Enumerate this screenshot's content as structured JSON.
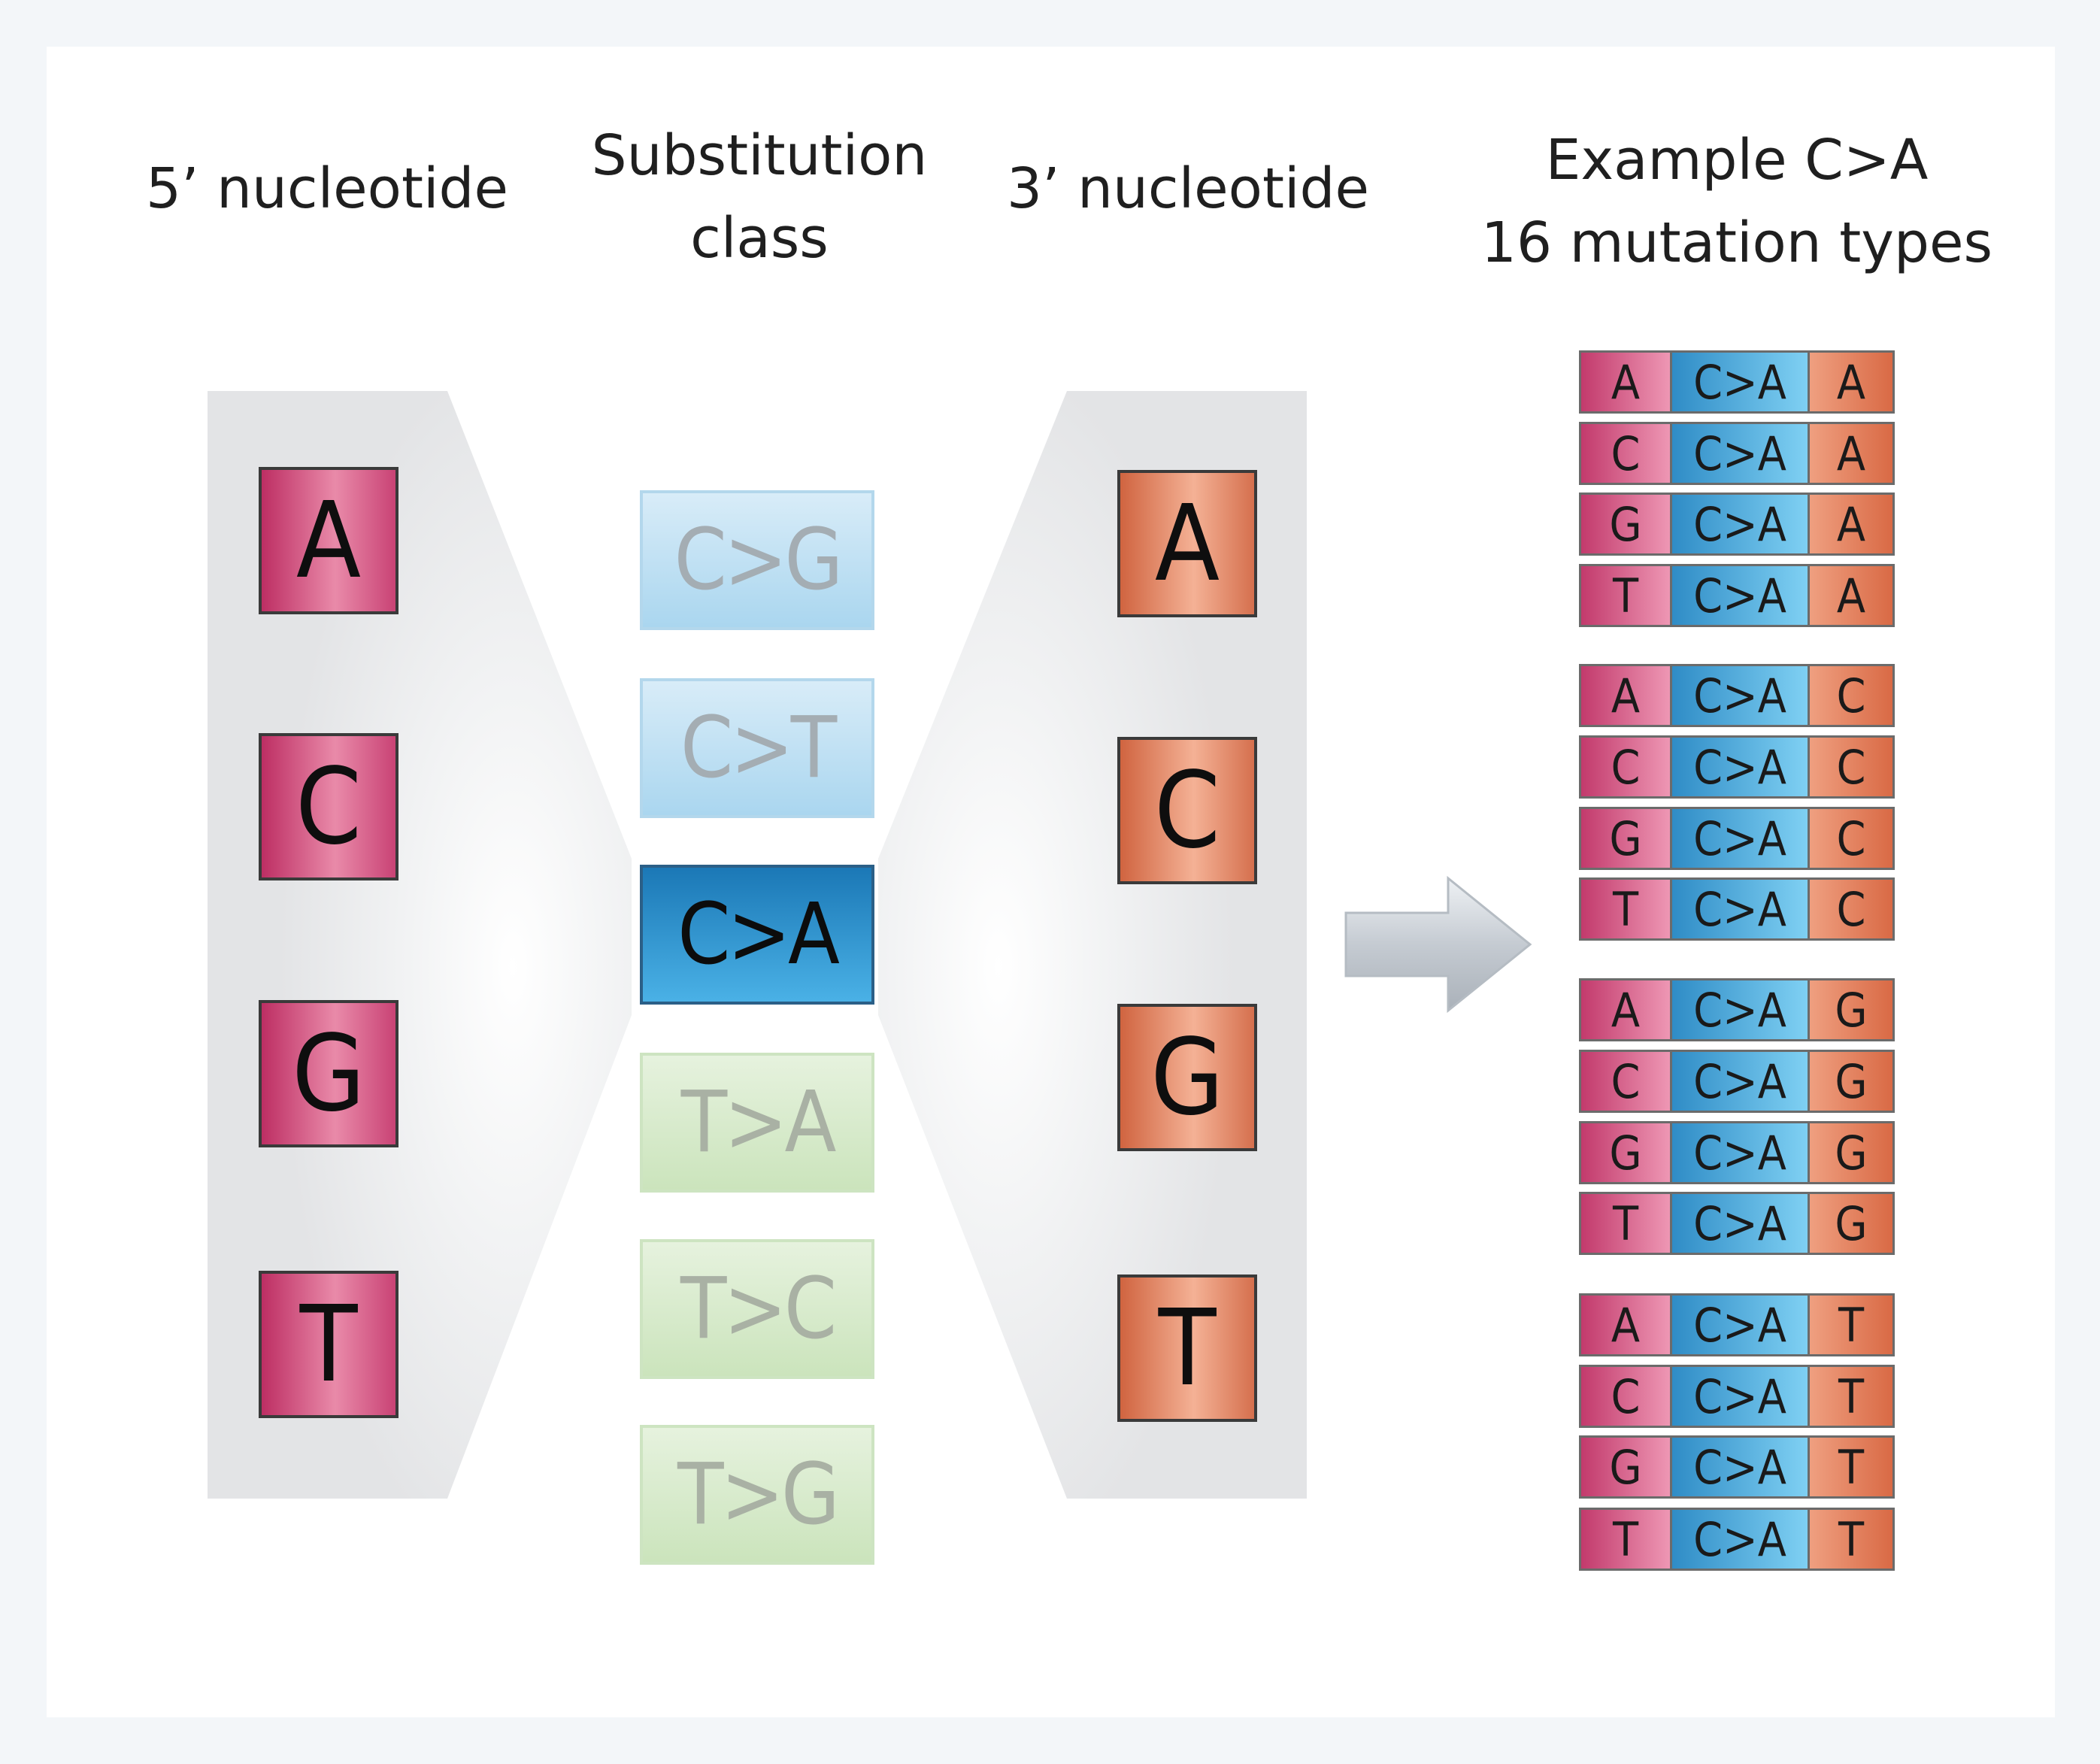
{
  "headings": {
    "five_prime": "5’ nucleotide",
    "substitution_line1": "Substitution",
    "substitution_line2": "class",
    "three_prime": "3’ nucleotide",
    "example_line1": "Example C>A",
    "example_line2": "16 mutation types"
  },
  "five_prime_nucleotides": [
    "A",
    "C",
    "G",
    "T"
  ],
  "substitution_classes": [
    {
      "label": "C>G",
      "group": "blue",
      "active": false
    },
    {
      "label": "C>T",
      "group": "blue",
      "active": false
    },
    {
      "label": "C>A",
      "group": "blue",
      "active": true
    },
    {
      "label": "T>A",
      "group": "green",
      "active": false
    },
    {
      "label": "T>C",
      "group": "green",
      "active": false
    },
    {
      "label": "T>G",
      "group": "green",
      "active": false
    }
  ],
  "three_prime_nucleotides": [
    "A",
    "C",
    "G",
    "T"
  ],
  "mutation_groups": [
    {
      "rows": [
        {
          "five": "A",
          "mut": "C>A",
          "three": "A"
        },
        {
          "five": "C",
          "mut": "C>A",
          "three": "A"
        },
        {
          "five": "G",
          "mut": "C>A",
          "three": "A"
        },
        {
          "five": "T",
          "mut": "C>A",
          "three": "A"
        }
      ]
    },
    {
      "rows": [
        {
          "five": "A",
          "mut": "C>A",
          "three": "C"
        },
        {
          "five": "C",
          "mut": "C>A",
          "three": "C"
        },
        {
          "five": "G",
          "mut": "C>A",
          "three": "C"
        },
        {
          "five": "T",
          "mut": "C>A",
          "three": "C"
        }
      ]
    },
    {
      "rows": [
        {
          "five": "A",
          "mut": "C>A",
          "three": "G"
        },
        {
          "five": "C",
          "mut": "C>A",
          "three": "G"
        },
        {
          "five": "G",
          "mut": "C>A",
          "three": "G"
        },
        {
          "five": "T",
          "mut": "C>A",
          "three": "G"
        }
      ]
    },
    {
      "rows": [
        {
          "five": "A",
          "mut": "C>A",
          "three": "T"
        },
        {
          "five": "C",
          "mut": "C>A",
          "three": "T"
        },
        {
          "five": "G",
          "mut": "C>A",
          "three": "T"
        },
        {
          "five": "T",
          "mut": "C>A",
          "three": "T"
        }
      ]
    }
  ],
  "colors": {
    "five_prime": "#d14b7c",
    "three_prime": "#e58a65",
    "sub_blue": "#bfe0f3",
    "sub_green": "#d9ebcf",
    "sub_active": "#2c8fcd",
    "funnel": "#e6e7e9"
  }
}
